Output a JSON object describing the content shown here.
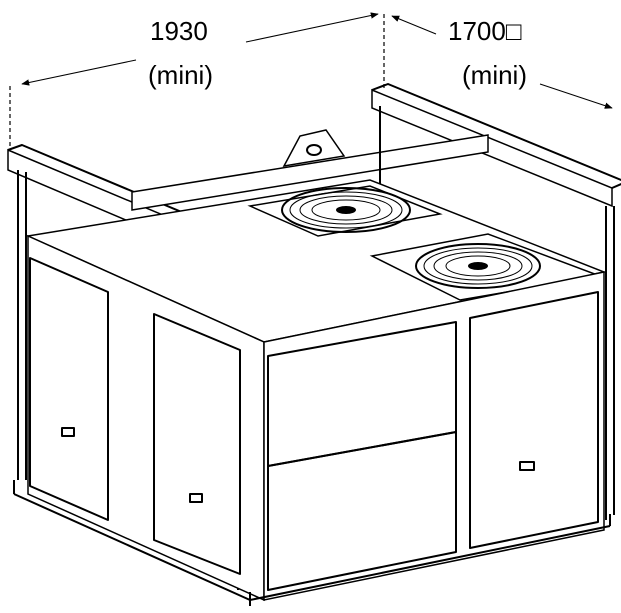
{
  "dimensions": {
    "width": {
      "value": "1930",
      "note": "(mini)"
    },
    "depth": {
      "value": "1700□",
      "note": "(mini)"
    }
  }
}
